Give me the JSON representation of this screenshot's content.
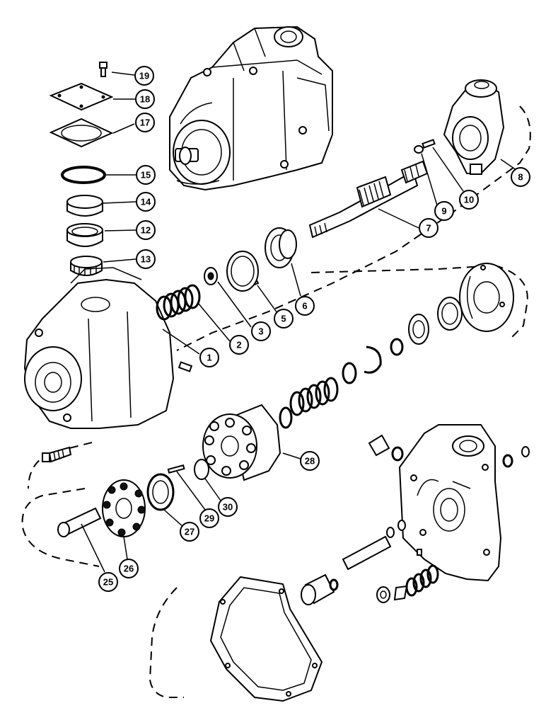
{
  "figure": {
    "callouts": [
      {
        "id": "c1",
        "text": "1"
      },
      {
        "id": "c2",
        "text": "2"
      },
      {
        "id": "c3",
        "text": "3"
      },
      {
        "id": "c5",
        "text": "5"
      },
      {
        "id": "c6",
        "text": "6"
      },
      {
        "id": "c7",
        "text": "7"
      },
      {
        "id": "c8",
        "text": "8"
      },
      {
        "id": "c9",
        "text": "9"
      },
      {
        "id": "c10",
        "text": "10"
      },
      {
        "id": "c12",
        "text": "12"
      },
      {
        "id": "c13",
        "text": "13"
      },
      {
        "id": "c14",
        "text": "14"
      },
      {
        "id": "c15",
        "text": "15"
      },
      {
        "id": "c17",
        "text": "17"
      },
      {
        "id": "c18",
        "text": "18"
      },
      {
        "id": "c19",
        "text": "19"
      },
      {
        "id": "c25",
        "text": "25"
      },
      {
        "id": "c26",
        "text": "26"
      },
      {
        "id": "c27",
        "text": "27"
      },
      {
        "id": "c28",
        "text": "28"
      },
      {
        "id": "c29",
        "text": "29"
      },
      {
        "id": "c30",
        "text": "30"
      }
    ]
  }
}
